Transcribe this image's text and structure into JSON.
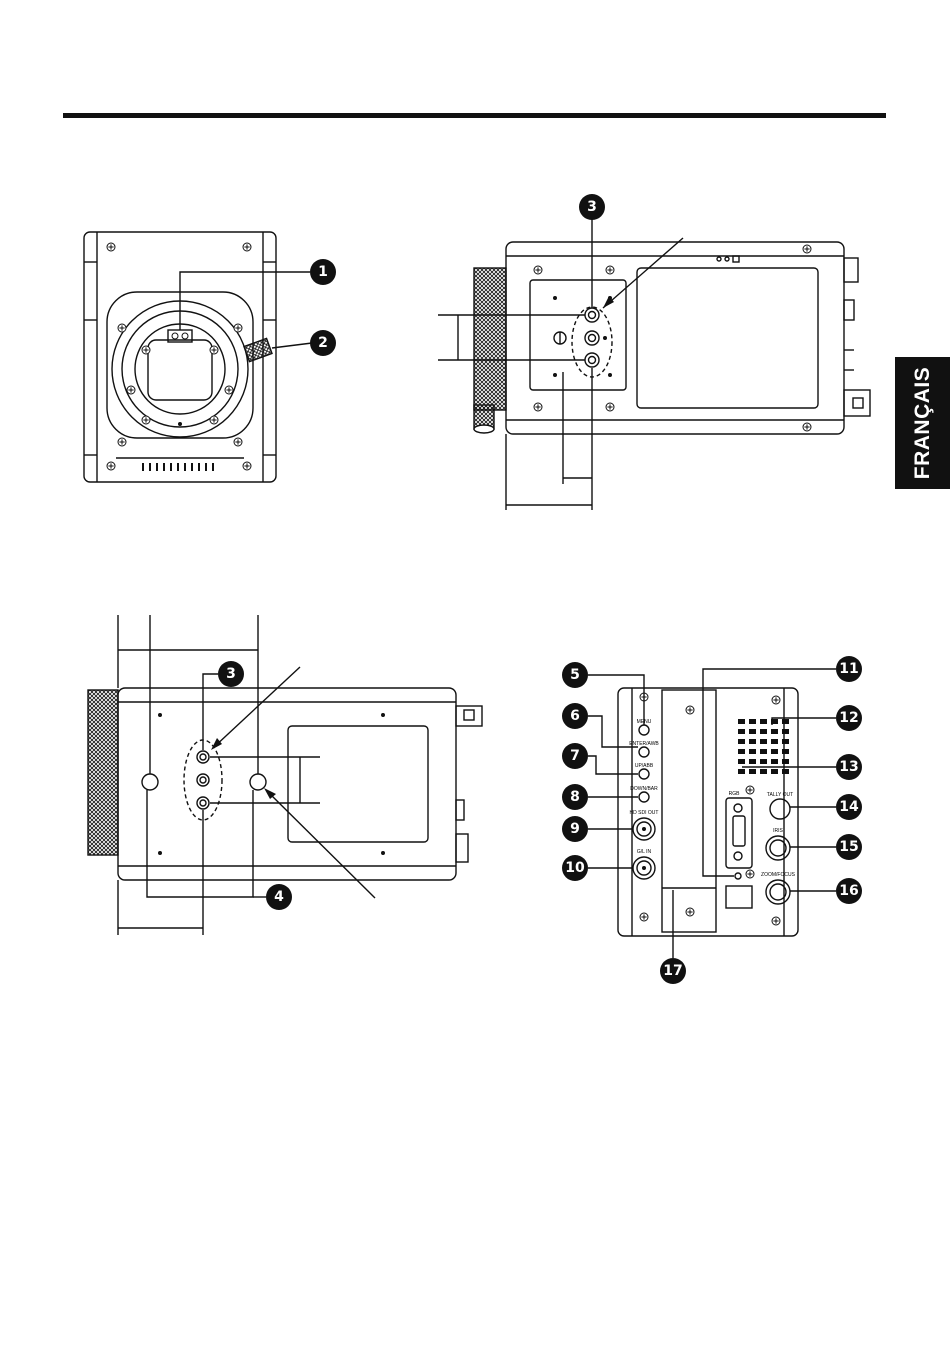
{
  "language_tab": "FRANÇAIS",
  "callouts": [
    "1",
    "2",
    "3",
    "3",
    "4",
    "5",
    "6",
    "7",
    "8",
    "9",
    "10",
    "11",
    "12",
    "13",
    "14",
    "15",
    "16",
    "17"
  ],
  "rear_panel_labels": {
    "menu": "MENU",
    "enter_awb": "ENTER/AWB",
    "up_abb": "UP/ABB",
    "down_bar": "DOWN/BAR",
    "hd_sdi_out": "HD SDI OUT",
    "gl_in": "G/L IN",
    "tally_out": "TALLY OUT",
    "iris": "IRIS",
    "zoom_focus": "ZOOM/FOCUS",
    "rgb": "RGB"
  }
}
